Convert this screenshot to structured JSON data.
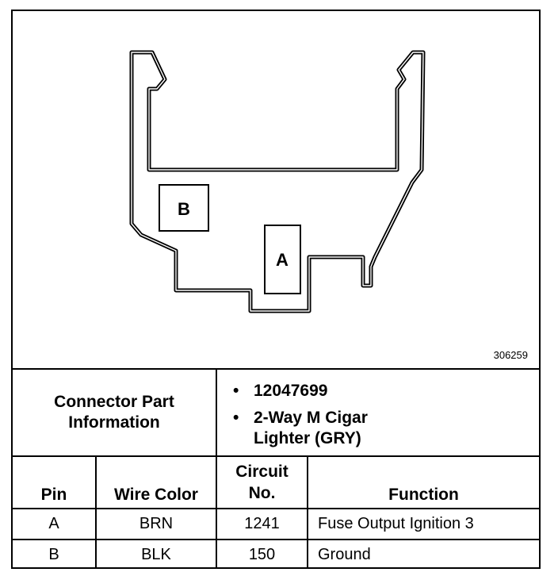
{
  "diagram": {
    "pin_labels": [
      "B",
      "A"
    ],
    "figure_id": "306259"
  },
  "connector_info": {
    "title": "Connector Part Information",
    "bullets": [
      "12047699",
      "2-Way M Cigar Lighter (GRY)"
    ],
    "bullet_char": "•"
  },
  "table": {
    "headers": [
      "Pin",
      "Wire Color",
      "Circuit No.",
      "Function"
    ],
    "rows": [
      [
        "A",
        "BRN",
        "1241",
        "Fuse Output Ignition 3"
      ],
      [
        "B",
        "BLK",
        "150",
        "Ground"
      ]
    ]
  }
}
